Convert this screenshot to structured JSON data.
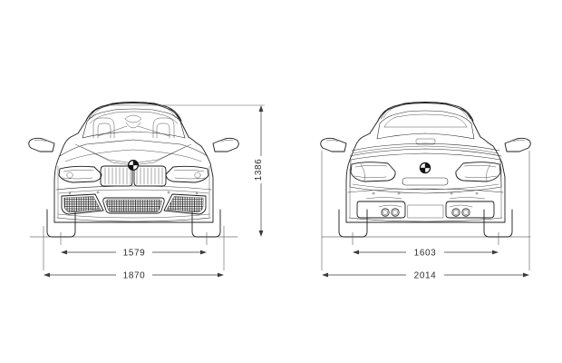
{
  "document": {
    "type": "technical-drawing",
    "subject": "BMW M4 Coupe front and rear elevation dimension drawing",
    "background_color": "#ffffff",
    "line_color": "#1a1a1a",
    "dimension_color": "#3a3a3a",
    "units": "mm"
  },
  "views": {
    "front": {
      "name": "front-elevation",
      "label": "",
      "features": [
        "windshield",
        "roof",
        "side-mirrors",
        "kidney-grille",
        "bmw-roundel-badge",
        "headlights",
        "front-bumper",
        "mesh-air-intakes",
        "front-wheels",
        "seats-through-glass"
      ]
    },
    "rear": {
      "name": "rear-elevation",
      "label": "",
      "features": [
        "rear-window",
        "roof",
        "side-mirrors",
        "boot-lid-spoiler",
        "bmw-roundel-badge",
        "taillights",
        "licence-plate-recess",
        "rear-diffuser",
        "quad-exhaust-tips",
        "rear-wheels"
      ]
    }
  },
  "dimensions": {
    "front_height": {
      "value": "1386",
      "orientation": "vertical",
      "measures": "overall-height",
      "view": "front"
    },
    "front_track": {
      "value": "1579",
      "orientation": "horizontal",
      "measures": "front-track-width",
      "view": "front"
    },
    "front_width": {
      "value": "1870",
      "orientation": "horizontal",
      "measures": "overall-body-width",
      "view": "front"
    },
    "rear_track": {
      "value": "1603",
      "orientation": "horizontal",
      "measures": "rear-track-width",
      "view": "rear"
    },
    "rear_width_mirrors": {
      "value": "2014",
      "orientation": "horizontal",
      "measures": "width-including-mirrors",
      "view": "rear"
    }
  }
}
